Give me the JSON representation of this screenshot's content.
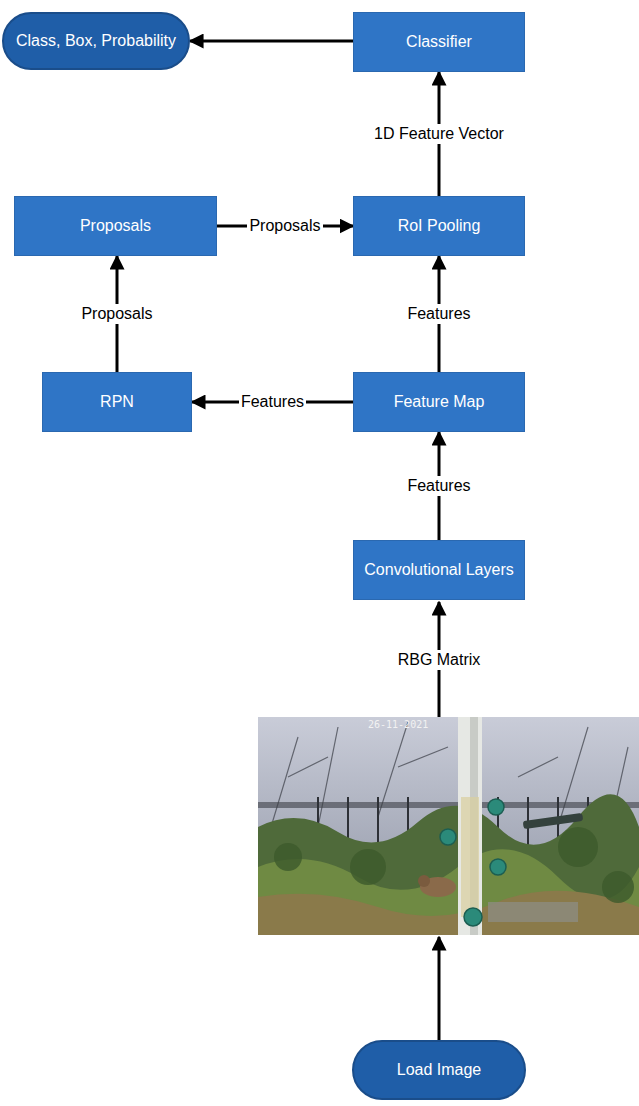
{
  "diagram": {
    "nodes": [
      {
        "text": [
          "Class, Box, Probability"
        ]
      },
      {
        "text": [
          "Classifier"
        ]
      },
      {
        "text": [
          "Proposals"
        ]
      },
      {
        "text": [
          "RoI Pooling"
        ]
      },
      {
        "text": [
          "RPN"
        ]
      },
      {
        "text": [
          "Feature Map"
        ]
      },
      {
        "text": [
          "Convolutional Layers"
        ]
      },
      {
        "text": [
          "Load Image"
        ]
      }
    ],
    "edges": [
      {
        "from": 1,
        "to": 0,
        "arrow": "to"
      },
      {
        "from": 3,
        "to": 1,
        "label": "1D Feature Vector",
        "arrow": "to"
      },
      {
        "from": 2,
        "to": 3,
        "label": "Proposals",
        "arrow": "to"
      },
      {
        "from": 4,
        "to": 2,
        "label": "Proposals",
        "arrow": "to"
      },
      {
        "from": 5,
        "to": 4,
        "label": "Features",
        "arrow": "to"
      },
      {
        "from": 5,
        "to": 3,
        "label": "Features",
        "arrow": "to"
      },
      {
        "from": 6,
        "to": 5,
        "label": "Features",
        "arrow": "to"
      }
    ],
    "labels": [
      "RBG Matrix",
      "26-11-2021"
    ]
  }
}
